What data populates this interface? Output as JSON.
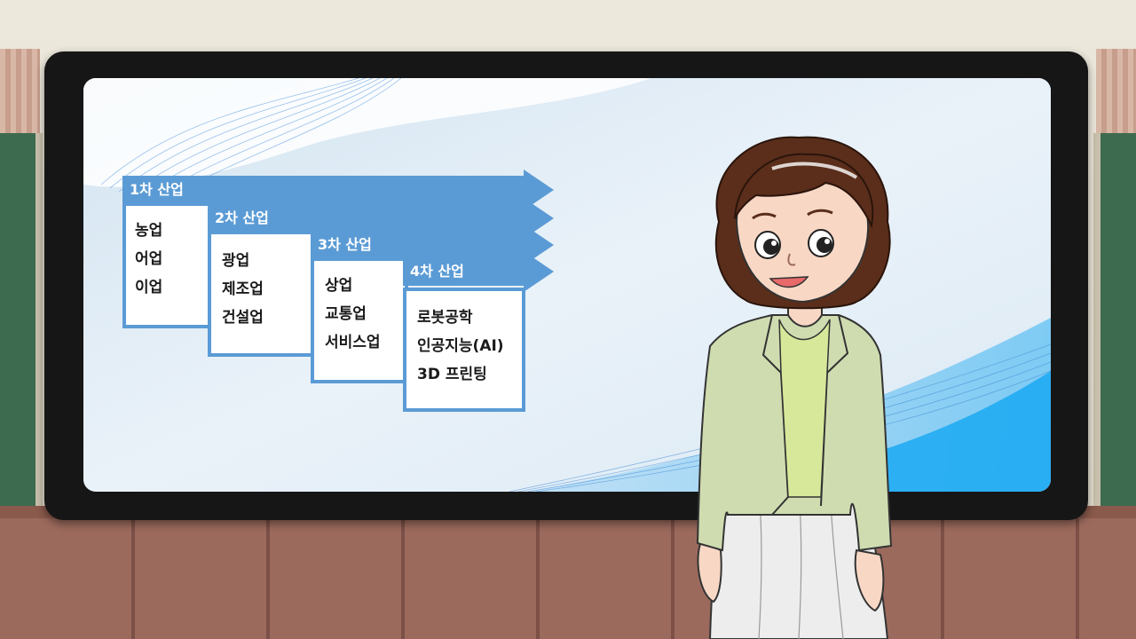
{
  "slide": {
    "steps": [
      {
        "title": "1차 산업",
        "items": [
          "농업",
          "어업",
          "이업"
        ]
      },
      {
        "title": "2차 산업",
        "items": [
          "광업",
          "제조업",
          "건설업"
        ]
      },
      {
        "title": "3차 산업",
        "items": [
          "상업",
          "교통업",
          "서비스업"
        ]
      },
      {
        "title": "4차 산업",
        "items": [
          "로봇공학",
          "인공지능(AI)",
          "3D 프린팅"
        ]
      }
    ]
  },
  "colors": {
    "arrow": "#5b9bd5",
    "screen_bg": "#e3eef7",
    "wave": "#4aa8e8",
    "jacket": "#cfdcb0",
    "shirt": "#d8e89a",
    "hair": "#5a2e1b",
    "skirt": "#ededed"
  }
}
